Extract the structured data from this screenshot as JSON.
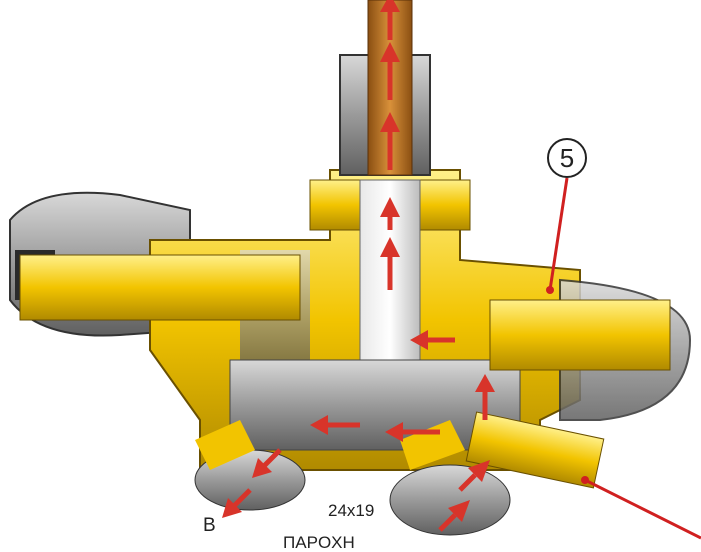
{
  "callout": {
    "number": "5"
  },
  "labels": {
    "outlet": "B",
    "size": "24x19",
    "supply": "ΠΑΡΟΧΗ"
  },
  "colors": {
    "brass": "#f2c400",
    "brass_dark": "#b08a00",
    "steel": "#a8a8a8",
    "pipe": "#c07a2a",
    "arrow": "#d8342a",
    "callout_line": "#d02020"
  }
}
